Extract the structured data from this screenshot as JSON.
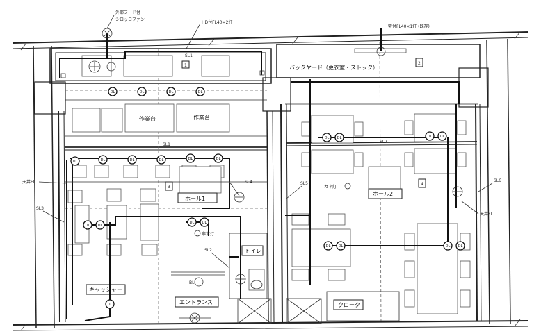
{
  "callouts": {
    "fan_top": "外部フード付\nシロッコファン",
    "fan_top_line1": "外部フード付",
    "fan_top_line2": "シロッコファン",
    "kitchen_top": "HD付FL40×2灯",
    "backyard_top": "壁付FL40×1灯 (既存)",
    "ceiling_left": "天井FL",
    "ceiling_right": "天井FL"
  },
  "circuits": {
    "s1_top": "SL1",
    "s1_mid": "SL1",
    "s2": "SL2",
    "s3": "SL3",
    "s4": "SL4",
    "s5": "SL5",
    "s6": "SL6",
    "s7": "SL7"
  },
  "rooms": {
    "backyard": "バックヤード（更衣室・ストック）",
    "hall1": "ホール1",
    "hall2": "ホール2",
    "toilet": "トイレ",
    "entrance": "エントランス",
    "cloak": "クローク",
    "cashier": "キャッシャー",
    "work_left": "作業台",
    "work_right": "作業台"
  },
  "fixtures": {
    "dl": "DL",
    "bl": "BL",
    "emergency": "非常灯",
    "emergency_right": "カネ灯"
  },
  "markers": {
    "m1": "1",
    "m2": "2",
    "m3": "3",
    "m4": "4"
  }
}
